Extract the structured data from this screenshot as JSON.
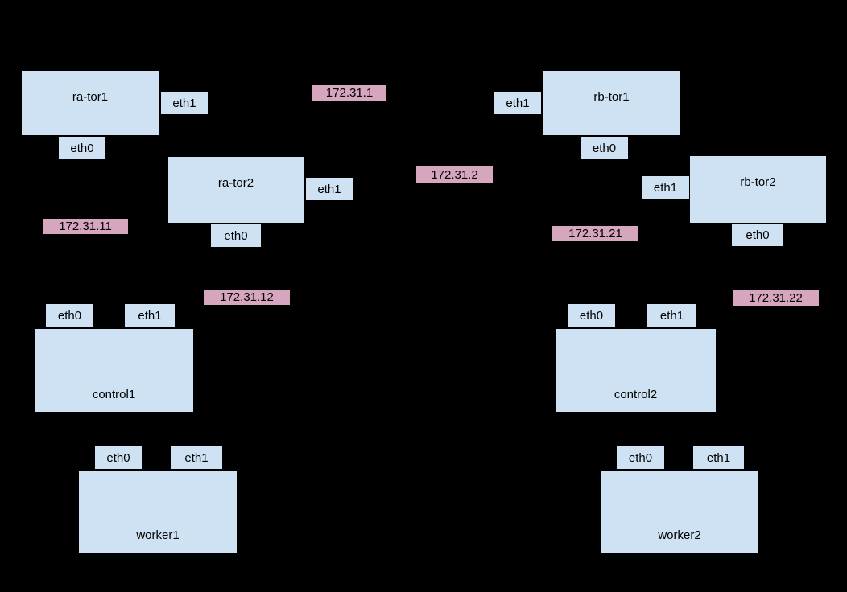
{
  "diagram": {
    "colors": {
      "background": "#000000",
      "node_fill": "#cfe2f3",
      "node_border": "#000000",
      "ip_fill": "#d5a6bd",
      "text": "#000000"
    },
    "nodes": [
      {
        "label": "ra-tor1",
        "interfaces": [
          "eth0",
          "eth1"
        ]
      },
      {
        "label": "ra-tor2",
        "interfaces": [
          "eth0",
          "eth1"
        ]
      },
      {
        "label": "rb-tor1",
        "interfaces": [
          "eth0",
          "eth1"
        ]
      },
      {
        "label": "rb-tor2",
        "interfaces": [
          "eth0",
          "eth1"
        ]
      },
      {
        "label": "control1",
        "interfaces": [
          "eth0",
          "eth1"
        ]
      },
      {
        "label": "control2",
        "interfaces": [
          "eth0",
          "eth1"
        ]
      },
      {
        "label": "worker1",
        "interfaces": [
          "eth0",
          "eth1"
        ]
      },
      {
        "label": "worker2",
        "interfaces": [
          "eth0",
          "eth1"
        ]
      }
    ],
    "ip_labels": [
      "172.31.1",
      "172.31.2",
      "172.31.11",
      "172.31.12",
      "172.31.21",
      "172.31.22"
    ]
  }
}
